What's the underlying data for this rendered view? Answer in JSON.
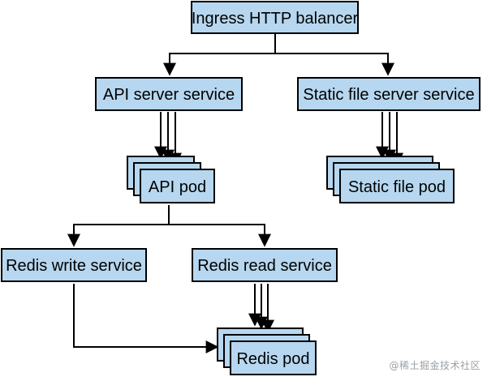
{
  "nodes": {
    "ingress": "Ingress HTTP balancer",
    "api_service": "API server service",
    "static_service": "Static file server service",
    "api_pod": "API pod",
    "static_pod": "Static file pod",
    "redis_write": "Redis write service",
    "redis_read": "Redis read service",
    "redis_pod": "Redis pod"
  },
  "colors": {
    "box_fill": "#b6d7ef",
    "box_stroke": "#000000",
    "edge": "#000000"
  },
  "watermark": "@稀土掘金技术社区"
}
